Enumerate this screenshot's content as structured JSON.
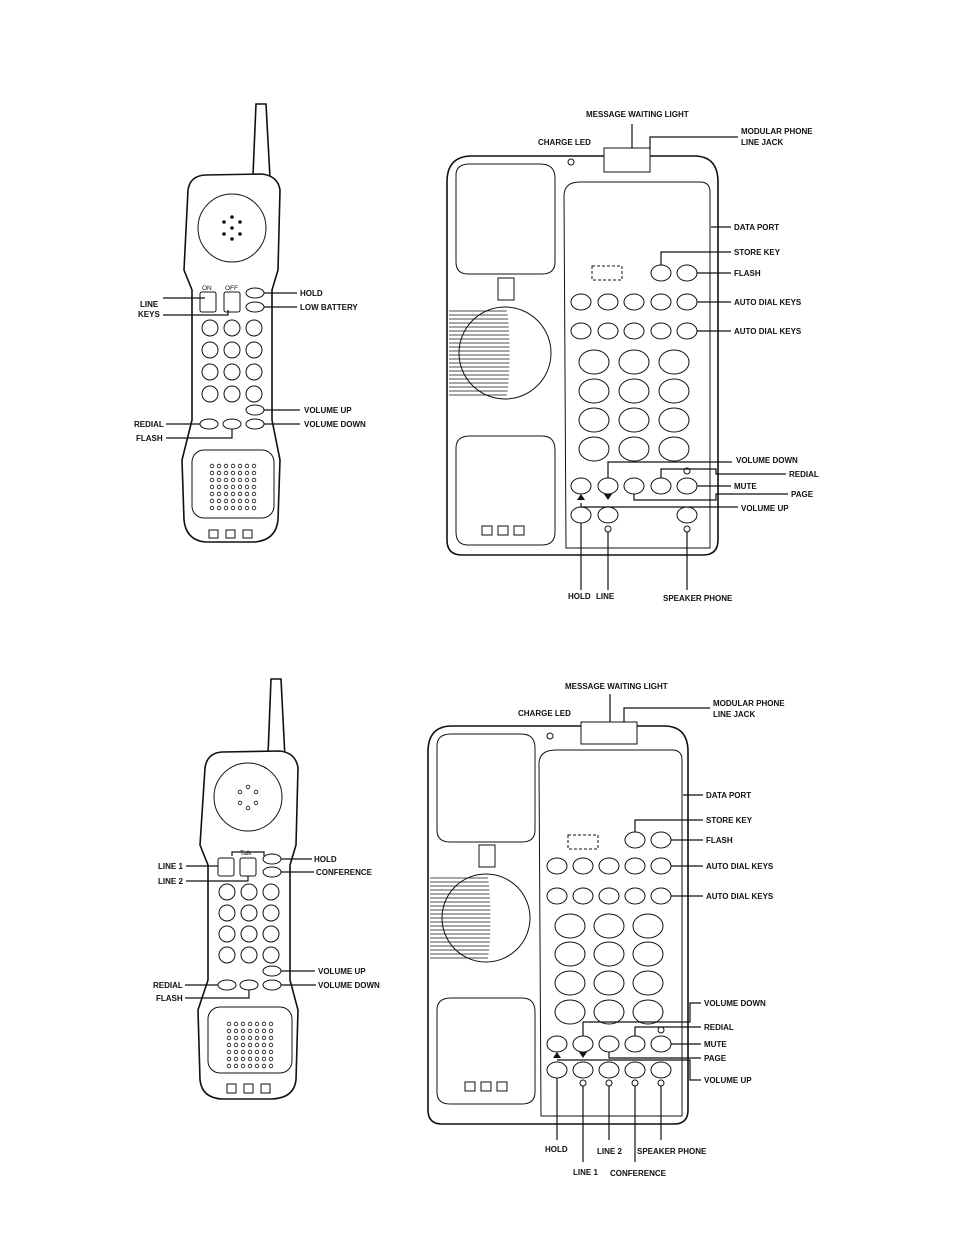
{
  "diagram_1": {
    "handset": {
      "key_on": "ON",
      "key_off": "OFF",
      "labels": {
        "hold": "HOLD",
        "low_battery": "LOW BATTERY",
        "line_keys_1": "LINE",
        "line_keys_2": "KEYS",
        "volume_up": "VOLUME UP",
        "redial": "REDIAL",
        "volume_down": "VOLUME DOWN",
        "flash": "FLASH"
      }
    },
    "base": {
      "labels": {
        "message_waiting_light": "MESSAGE WAITING LIGHT",
        "charge_led": "CHARGE  LED",
        "modular_jack_1": "MODULAR PHONE",
        "modular_jack_2": "LINE JACK",
        "data_port": "DATA PORT",
        "store_key": "STORE KEY",
        "flash": "FLASH",
        "auto_dial_keys_1": "AUTO DIAL KEYS",
        "auto_dial_keys_2": "AUTO DIAL KEYS",
        "volume_down": "VOLUME DOWN",
        "redial": "REDIAL",
        "mute": "MUTE",
        "page": "PAGE",
        "volume_up": "VOLUME UP",
        "hold": "HOLD",
        "line": "LINE",
        "speaker_phone": "SPEAKER PHONE"
      }
    }
  },
  "diagram_2": {
    "handset": {
      "talk_marker": "Talk",
      "labels": {
        "line_1": "LINE 1",
        "line_2": "LINE 2",
        "hold": "HOLD",
        "conference": "CONFERENCE",
        "volume_up": "VOLUME UP",
        "redial": "REDIAL",
        "volume_down": "VOLUME DOWN",
        "flash": "FLASH"
      }
    },
    "base": {
      "labels": {
        "message_waiting_light": "MESSAGE WAITING LIGHT",
        "charge_led": "CHARGE  LED",
        "modular_jack_1": "MODULAR PHONE",
        "modular_jack_2": "LINE JACK",
        "data_port": "DATA PORT",
        "store_key": "STORE KEY",
        "flash": "FLASH",
        "auto_dial_keys_1": "AUTO DIAL KEYS",
        "auto_dial_keys_2": "AUTO DIAL KEYS",
        "volume_down": "VOLUME DOWN",
        "redial": "REDIAL",
        "mute": "MUTE",
        "page": "PAGE",
        "volume_up": "VOLUME UP",
        "hold": "HOLD",
        "line_2": "LINE 2",
        "speaker_phone": "SPEAKER PHONE",
        "line_1": "LINE 1",
        "conference": "CONFERENCE"
      }
    }
  }
}
